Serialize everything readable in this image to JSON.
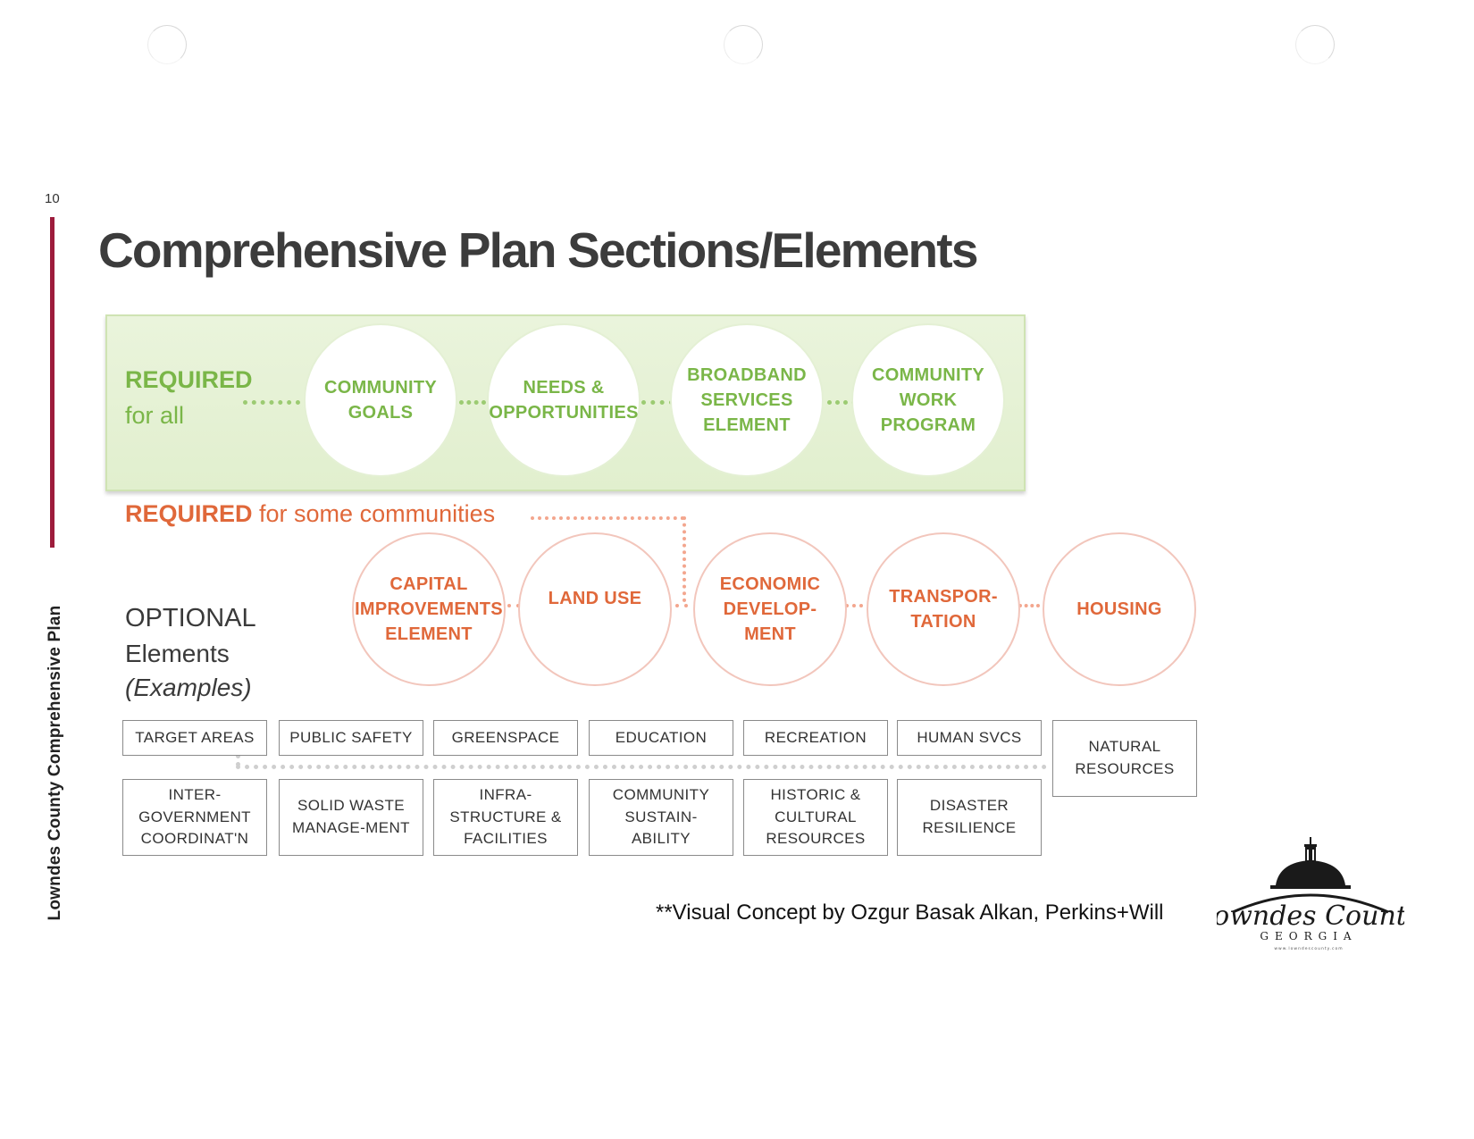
{
  "page": {
    "number": "10",
    "side_title": "Lowndes County Comprehensive Plan",
    "title": "Comprehensive Plan Sections/Elements",
    "credit": "**Visual Concept by Ozgur Basak Alkan, Perkins+Will"
  },
  "required_all": {
    "heading": "REQUIRED",
    "subheading": "for all",
    "elements": [
      "COMMUNITY\nGOALS",
      "NEEDS &\nOPPORTUNITIES",
      "BROADBAND\nSERVICES\nELEMENT",
      "COMMUNITY\nWORK\nPROGRAM"
    ]
  },
  "required_some": {
    "heading": "REQUIRED",
    "subheading": "for some communities",
    "elements": [
      "CAPITAL\nIMPROVEMENTS\nELEMENT",
      "LAND USE",
      "ECONOMIC\nDEVELOP-\nMENT",
      "TRANSPOR-\nTATION",
      "HOUSING"
    ]
  },
  "optional": {
    "heading": "OPTIONAL",
    "subheading": "Elements",
    "note": "(Examples)",
    "row1": [
      "TARGET AREAS",
      "PUBLIC SAFETY",
      "GREENSPACE",
      "EDUCATION",
      "RECREATION",
      "HUMAN SVCS",
      "NATURAL\nRESOURCES"
    ],
    "row2": [
      "INTER-\nGOVERNMENT\nCOORDINAT'N",
      "SOLID WASTE\nMANAGE-MENT",
      "INFRA-\nSTRUCTURE &\nFACILITIES",
      "COMMUNITY\nSUSTAIN-\nABILITY",
      "HISTORIC &\nCULTURAL\nRESOURCES",
      "DISASTER\nRESILIENCE"
    ]
  },
  "logo": {
    "name": "Lowndes County",
    "state": "GEORGIA",
    "url": "www.lowndescounty.com"
  },
  "colors": {
    "required_all": "#7ab648",
    "required_some": "#e0683a",
    "accent_bar": "#9d1c3c"
  }
}
